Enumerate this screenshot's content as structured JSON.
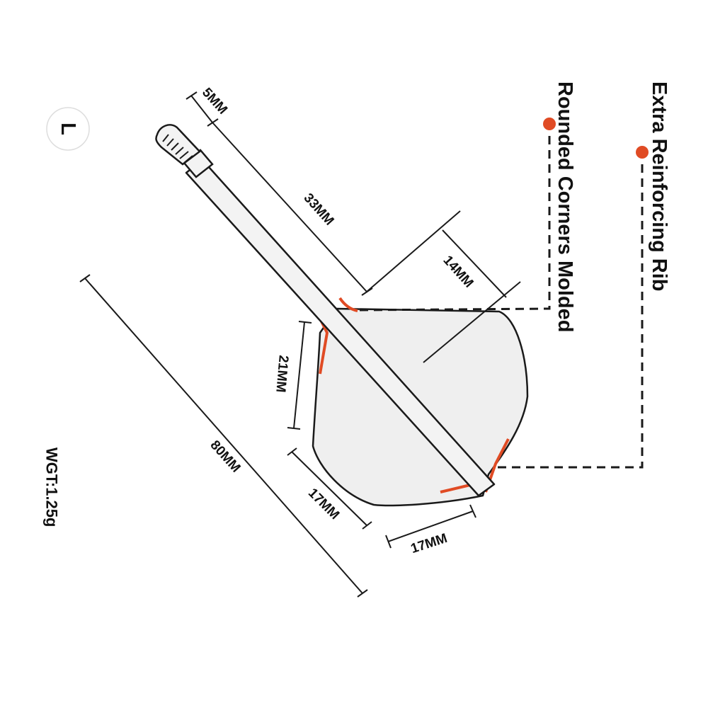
{
  "colors": {
    "accent": "#e04b24",
    "outline": "#1a1a1a",
    "fill": "#efefef"
  },
  "size_badge": "L",
  "dimensions": {
    "tip_length": "5MM",
    "shaft_length": "33MM",
    "flight_width": "14MM",
    "flight_side": "21MM",
    "overall_length": "80MM",
    "trail_edge_a": "17MM",
    "trail_edge_b": "17MM"
  },
  "features": {
    "rounded_corners": "Rounded Corners Molded",
    "reinforcing_rib": "Extra Reinforcing Rib"
  },
  "weight": "WGT:1.25g"
}
